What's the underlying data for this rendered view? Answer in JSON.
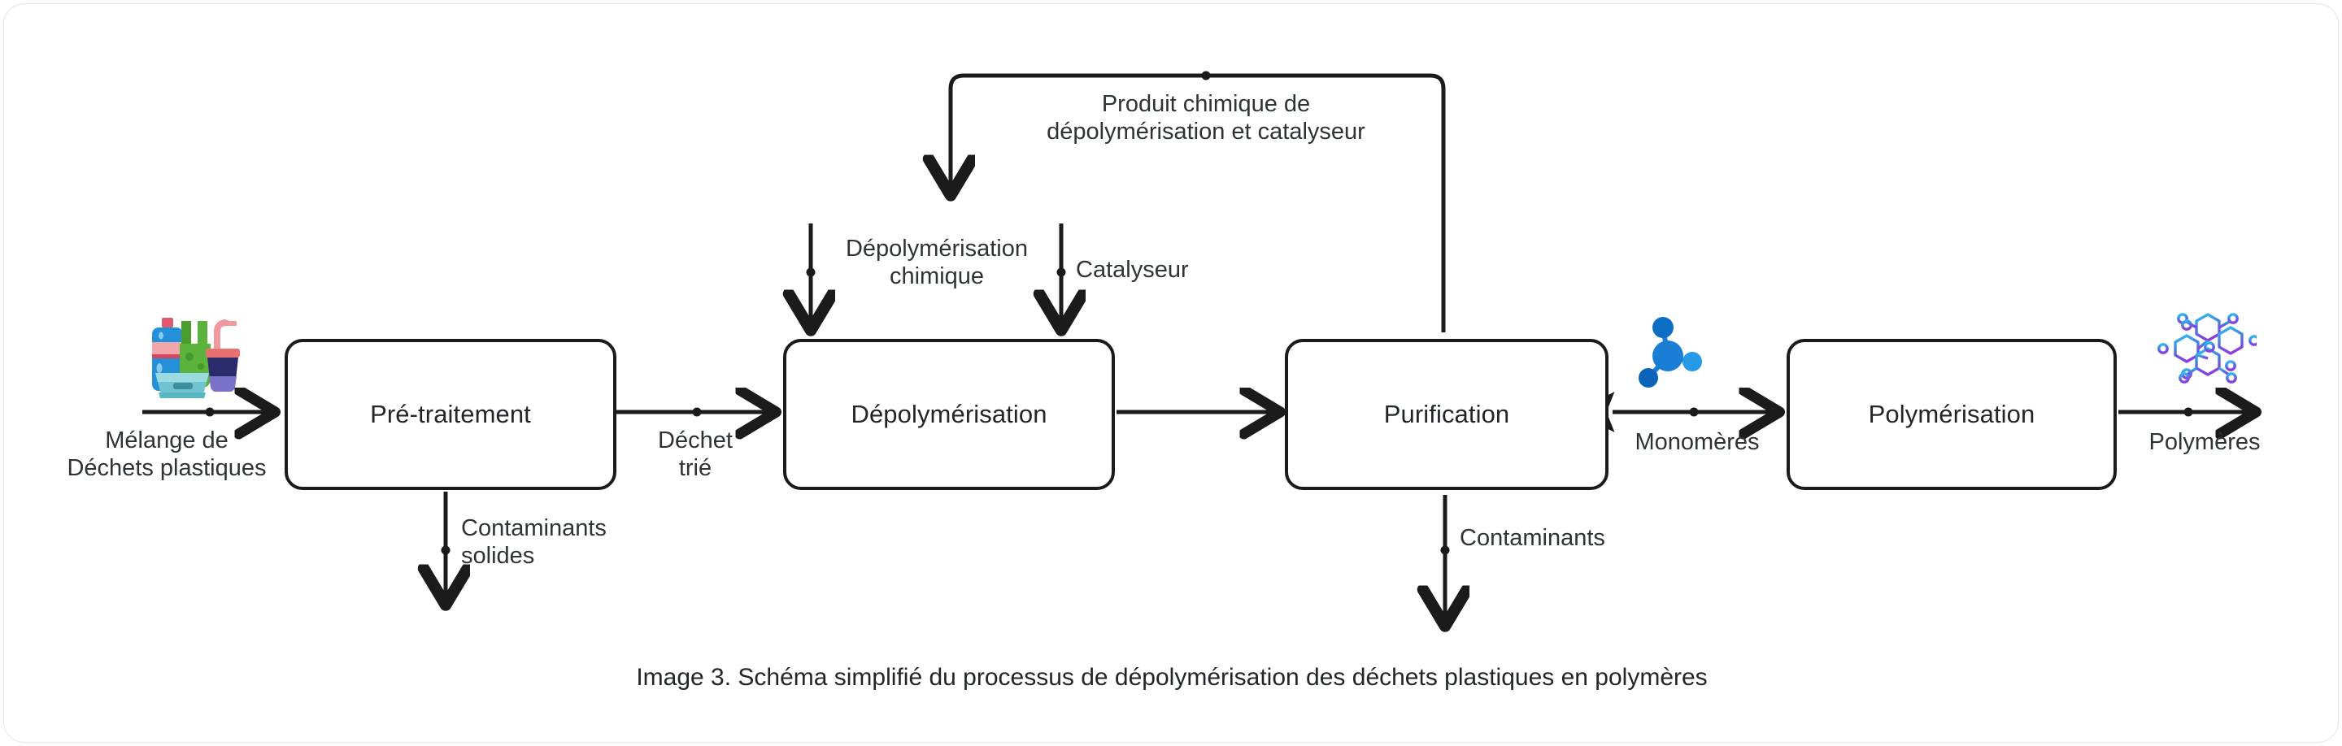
{
  "diagram": {
    "title_caption": "Image 3. Schéma simplifié du processus de dépolymérisation des déchets plastiques en polymères",
    "nodes": [
      {
        "id": "pretraitement",
        "label": "Pré-traitement"
      },
      {
        "id": "depolymerisation",
        "label": "Dépolymérisation"
      },
      {
        "id": "purification",
        "label": "Purification"
      },
      {
        "id": "polymerisation",
        "label": "Polymérisation"
      }
    ],
    "edge_labels": {
      "input_waste": "Mélange de\nDéchets plastiques",
      "sorted_waste": "Déchet\ntrié",
      "solid_contaminants": "Contaminants\nsolides",
      "chemical_depolymerisation": "Dépolymérisation\nchimique",
      "catalyst": "Catalyseur",
      "feedback_loop": "Produit chimique de\ndépolymérisation et catalyseur",
      "contaminants": "Contaminants",
      "monomers": "Monomères",
      "polymers": "Polymères"
    },
    "icons": {
      "plastic_waste": "plastic-waste-icon",
      "monomer_molecule": "monomer-molecule-icon",
      "polymer_network": "polymer-network-icon"
    },
    "colors": {
      "stroke": "#1b1b1b",
      "text": "#22262b",
      "card_border": "#e6e7ea",
      "background": "#ffffff",
      "monomer_blue": "#1a7fd4",
      "monomer_blue_dark": "#0d63b8",
      "polymer_cyan": "#2ec2ef",
      "polymer_purple": "#7a3fd6",
      "waste_bottle_blue": "#2490d9",
      "waste_green": "#5aa832",
      "waste_pink": "#e8a0a0",
      "waste_navy": "#2b2a6b",
      "waste_teal": "#57b8c4"
    }
  }
}
